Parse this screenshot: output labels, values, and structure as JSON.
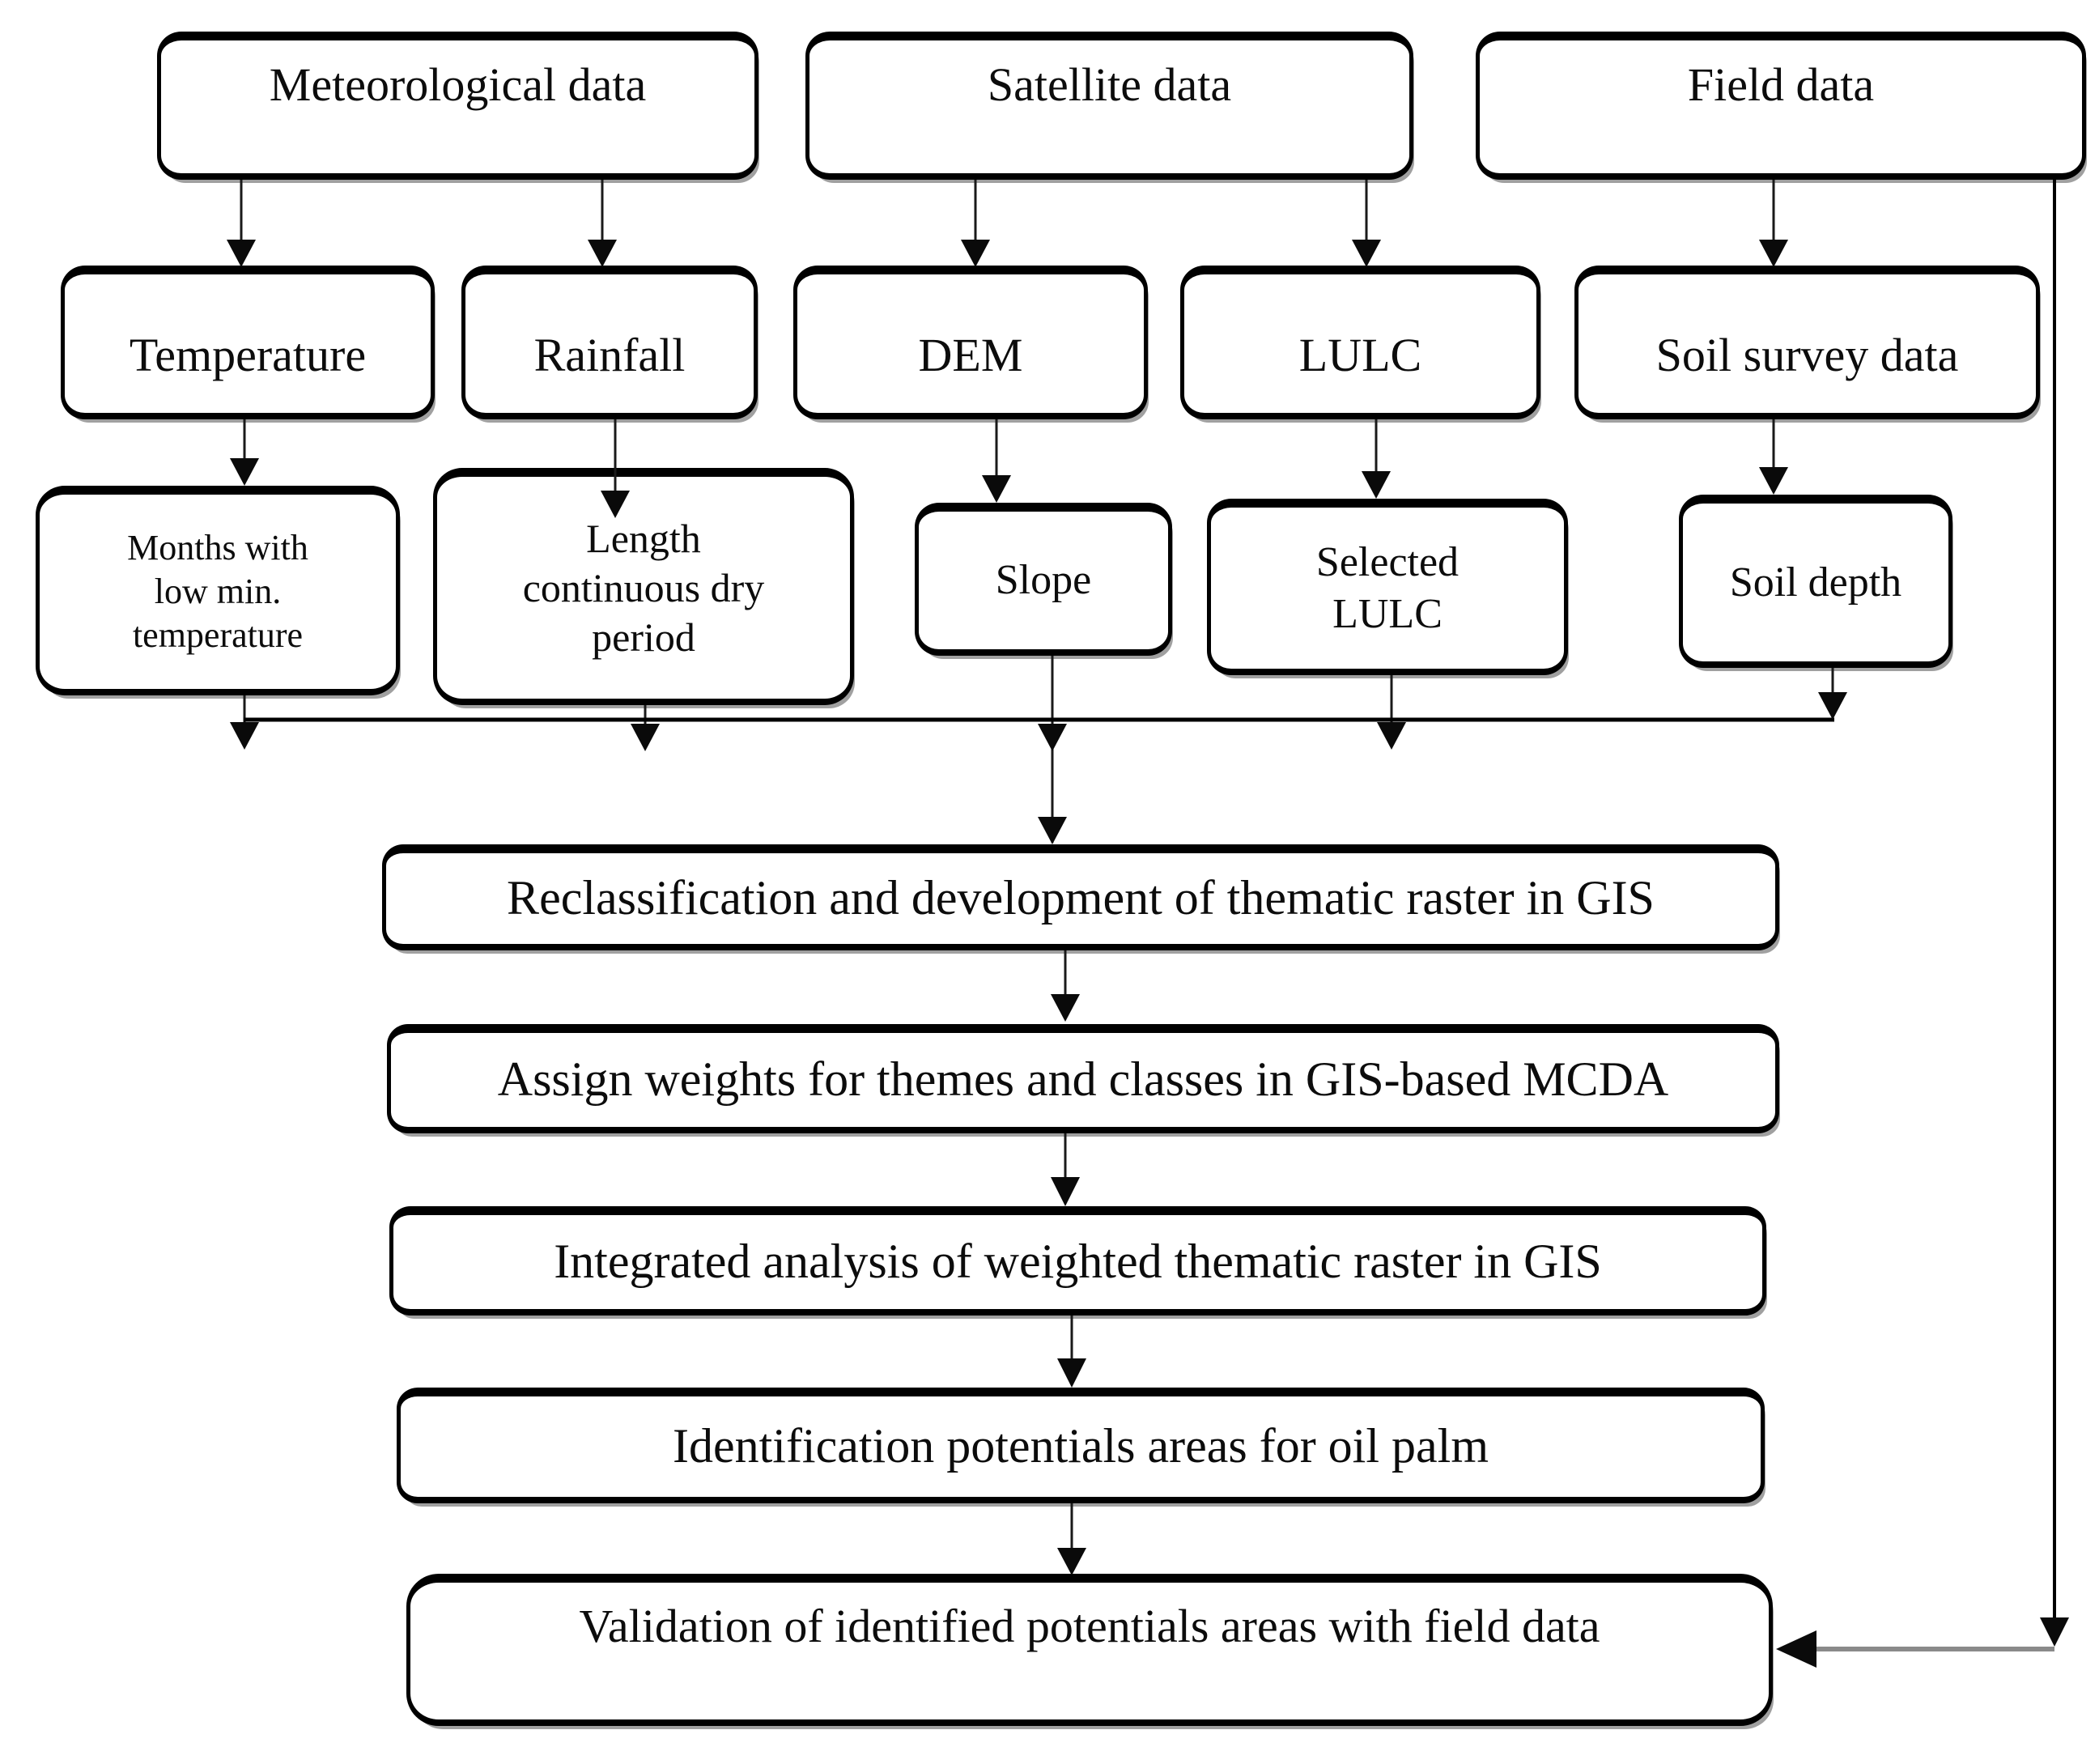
{
  "nodes": {
    "meteorological": {
      "label": "Meteorological data"
    },
    "satellite": {
      "label": "Satellite data"
    },
    "field": {
      "label": "Field data"
    },
    "temperature": {
      "label": "Temperature"
    },
    "rainfall": {
      "label": "Rainfall"
    },
    "dem": {
      "label": "DEM"
    },
    "lulc": {
      "label": "LULC"
    },
    "soil_survey": {
      "label": "Soil survey data"
    },
    "months_low_temp": {
      "label": "Months with\nlow min.\ntemperature"
    },
    "dry_period": {
      "label": "Length\ncontinuous dry\nperiod"
    },
    "slope": {
      "label": "Slope"
    },
    "selected_lulc": {
      "label": "Selected\nLULC"
    },
    "soil_depth": {
      "label": "Soil depth"
    },
    "reclassification": {
      "label": "Reclassification and development of thematic raster in GIS"
    },
    "assign_weights": {
      "label": "Assign weights for themes and classes in GIS-based MCDA"
    },
    "integrated_analysis": {
      "label": "Integrated analysis of weighted thematic raster in GIS"
    },
    "identification": {
      "label": "Identification potentials areas for oil palm"
    },
    "validation": {
      "label": "Validation of identified potentials areas with field data"
    }
  },
  "edges": [
    {
      "from": "meteorological",
      "to": "temperature"
    },
    {
      "from": "meteorological",
      "to": "rainfall"
    },
    {
      "from": "satellite",
      "to": "dem"
    },
    {
      "from": "satellite",
      "to": "lulc"
    },
    {
      "from": "field",
      "to": "soil_survey"
    },
    {
      "from": "temperature",
      "to": "months_low_temp"
    },
    {
      "from": "rainfall",
      "to": "dry_period"
    },
    {
      "from": "dem",
      "to": "slope"
    },
    {
      "from": "lulc",
      "to": "selected_lulc"
    },
    {
      "from": "soil_survey",
      "to": "soil_depth"
    },
    {
      "from": "months_low_temp",
      "to": "reclassification"
    },
    {
      "from": "dry_period",
      "to": "reclassification"
    },
    {
      "from": "slope",
      "to": "reclassification"
    },
    {
      "from": "selected_lulc",
      "to": "reclassification"
    },
    {
      "from": "soil_depth",
      "to": "reclassification"
    },
    {
      "from": "reclassification",
      "to": "assign_weights"
    },
    {
      "from": "assign_weights",
      "to": "integrated_analysis"
    },
    {
      "from": "integrated_analysis",
      "to": "identification"
    },
    {
      "from": "identification",
      "to": "validation"
    },
    {
      "from": "field",
      "to": "validation"
    }
  ],
  "colors": {
    "background": "#ffffff",
    "box_border": "#000000",
    "text": "#0c0c0c",
    "arrow": "#1a1a1a",
    "feedback_line": "#8a8a8a"
  }
}
